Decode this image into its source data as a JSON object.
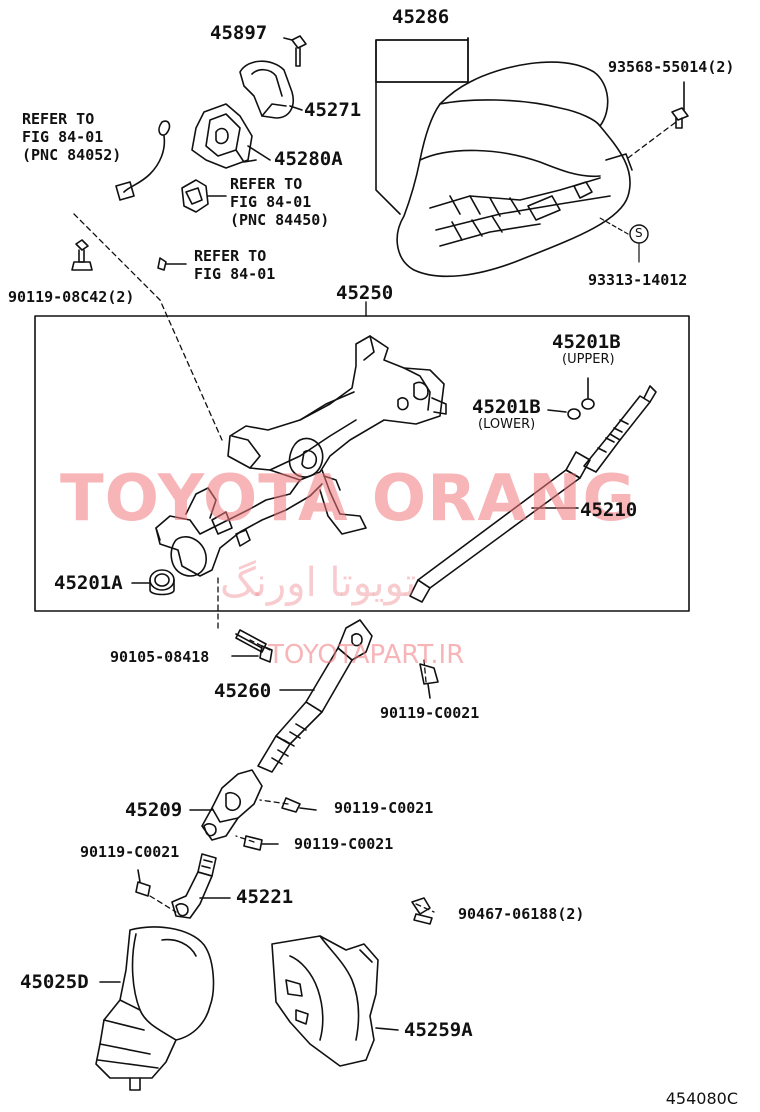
{
  "labels": {
    "p45897": "45897",
    "p45286": "45286",
    "p93568": "93568-55014(2)",
    "p45271": "45271",
    "p45280a": "45280A",
    "ref84052": "REFER TO\nFIG 84-01\n(PNC 84052)",
    "ref84450": "REFER TO\nFIG 84-01\n(PNC 84450)",
    "ref8401": "REFER TO\nFIG 84-01",
    "p90119_08c42": "90119-08C42(2)",
    "p93313": "93313-14012",
    "p45250": "45250",
    "p45201b_upper": "45201B",
    "upper": "(UPPER)",
    "p45201b_lower": "45201B",
    "lower": "(LOWER)",
    "p45210": "45210",
    "p45201a": "45201A",
    "p90105": "90105-08418",
    "p45260": "45260",
    "p90119_c0021_a": "90119-C0021",
    "p45209": "45209",
    "p90119_c0021_b": "90119-C0021",
    "p90119_c0021_c": "90119-C0021",
    "p90119_c0021_d": "90119-C0021",
    "p45221": "45221",
    "p90467": "90467-06188(2)",
    "p45025d": "45025D",
    "p45259a": "45259A",
    "s_symbol": "S"
  },
  "watermark": {
    "main": "TOYOTA ORANG",
    "persian": "تویوتا اورنگ",
    "url": "TOYOTAPART.IR"
  },
  "figure_code": "454080C"
}
